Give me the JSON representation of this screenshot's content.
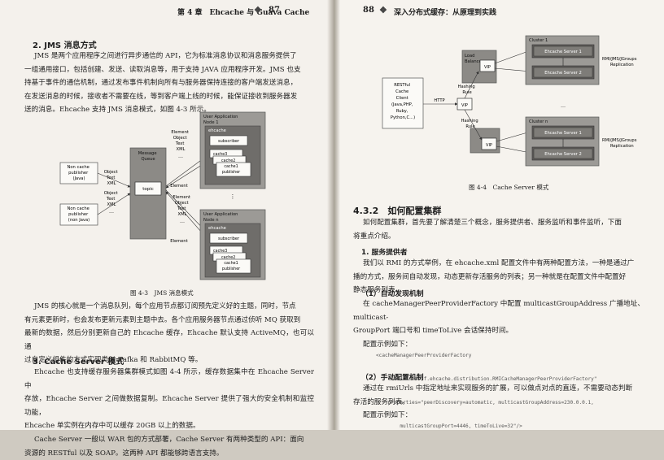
{
  "left_page": {
    "header": "第 4 章　Ehcache 与 Guava Cache",
    "page_number": "87",
    "section_jms_title": "2. JMS 消息方式",
    "jms_paragraph_lines": [
      "JMS 是两个应用程序之间进行异步通信的 API，它为标准消息协议和消息服务提供了",
      "一组通用接口，包括创建、发送、读取消息等，用于支持 JAVA 应用程序开发。JMS 也支",
      "持基于事件的通信机制，通过发布事件机制向所有与服务器保持连接的客户端发送消息，",
      "在发送消息的时候，接收者不需要在线，等到客户端上线的时候，能保证接收到服务器发",
      "送的消息。Ehcache 支持 JMS 消息模式，如图 4-3 所示。"
    ],
    "fig43": {
      "caption": "图 4-3　JMS 消息模式",
      "publisher_java": [
        "Non cache",
        "publisher",
        "(Java)"
      ],
      "publisher_nonjava": [
        "Non cache",
        "publisher",
        "(non Java)"
      ],
      "object_text_xml": [
        "Object",
        "Text",
        "XML"
      ],
      "ellipsis": "…",
      "message_queue": [
        "Message",
        "Queue"
      ],
      "topic": "topic",
      "element": "Element",
      "element_object_text_xml": [
        "Element",
        "Object",
        "Text",
        "XML"
      ],
      "node1_title": [
        "User Application",
        "Node 1"
      ],
      "noden_title": [
        "User Application",
        "Node n"
      ],
      "ehcache": "ehcache",
      "subscriber": "subscriber",
      "cache3": "cache3",
      "cache2": "cache2",
      "cache1": "cache1",
      "publisher": "publisher",
      "vertical_dots": "⋮"
    },
    "jms_core_lines": [
      "JMS 的核心就是一个消息队列，每个应用节点都订阅预先定义好的主题，同时，节点",
      "有元素更新时，也会发布更新元素到主题中去。各个应用服务器节点通过侦听 MQ 获取到",
      "最新的数据，然后分别更新自己的 Ehcache 缓存，Ehcache 默认支持 ActiveMQ，也可以通",
      "过自定义组件的方式实现类似 Kafka 和 RabbitMQ 等。"
    ],
    "section_cs_title": "3. Cache Server 模式",
    "cs_lines": [
      "Ehcache 也支持缓存服务器集群模式如图 4-4 所示，缓存数据集中在 Ehcache Server 中",
      "存放，Ehcache Server 之间做数据复制。Ehcache Server 提供了强大的安全机制和监控功能，",
      "Ehcache 单实例在内存中可以缓存 20GB 以上的数据。",
      "Cache Server 一般以 WAR 包的方式部署，Cache Server 有两种类型的 API：面向",
      "资源的 RESTful 以及 SOAP。这两种 API 都能够跨语言支持。"
    ]
  },
  "right_page": {
    "page_number": "88",
    "header": "深入分布式缓存：从原理到实践",
    "fig44": {
      "caption": "图 4-4　Cache Server 模式",
      "client": [
        "RESTful",
        "Cache",
        "Client",
        "(Java,PHP,",
        "Ruby,",
        "Python,C...)"
      ],
      "http": "HTTP",
      "vip": "VIP",
      "load_balancer": [
        "Load",
        "Balancer"
      ],
      "hashing_rule": [
        "Hashing",
        "Rule"
      ],
      "cluster1": "Cluster 1",
      "clustern": "Cluster n",
      "server1": "Ehcache Server 1",
      "server2": "Ehcache Server 2",
      "replication": [
        "RMI/JMS/JGroups",
        "Replication"
      ],
      "ellipsis": "…"
    },
    "section_432_title": "4.3.2　如何配置集群",
    "intro_lines": [
      "如何配置集群，首先要了解清楚三个概念，服务提供者、服务监听和事件监听，下面",
      "将重点介绍。"
    ],
    "provider_title": "1. 服务提供者",
    "provider_lines": [
      "我们以 RMI 的方式举例，在 ehcache.xml 配置文件中有两种配置方法，一种是通过广",
      "播的方式，服务间自动发现，动态更新存活服务的列表；另一种就是在配置文件中配置好",
      "静态服务列表。"
    ],
    "auto_title": "（1）自动发现机制",
    "auto_lines": [
      "在 cacheManagerPeerProviderFactory 中配置 multicastGroupAddress 广播地址、multicast-",
      "GroupPort 端口号和 timeToLive 会话保持时间。",
      "配置示例如下："
    ],
    "code_lines": [
      "<cacheManagerPeerProviderFactory",
      "    class=\"net.sf.ehcache.distribution.RMICacheManagerPeerProviderFactory\"",
      "    properties=\"peerDiscovery=automatic, multicastGroupAddress=230.0.0.1,",
      "        multicastGroupPort=4446, timeToLive=32\"/>"
    ],
    "manual_title": "（2）手动配置机制",
    "manual_lines": [
      "通过在 rmiUrls 中指定地址来实现服务的扩展，可以做点对点的直连，不需要动态判断",
      "存活的服务列表。",
      "配置示例如下："
    ]
  }
}
